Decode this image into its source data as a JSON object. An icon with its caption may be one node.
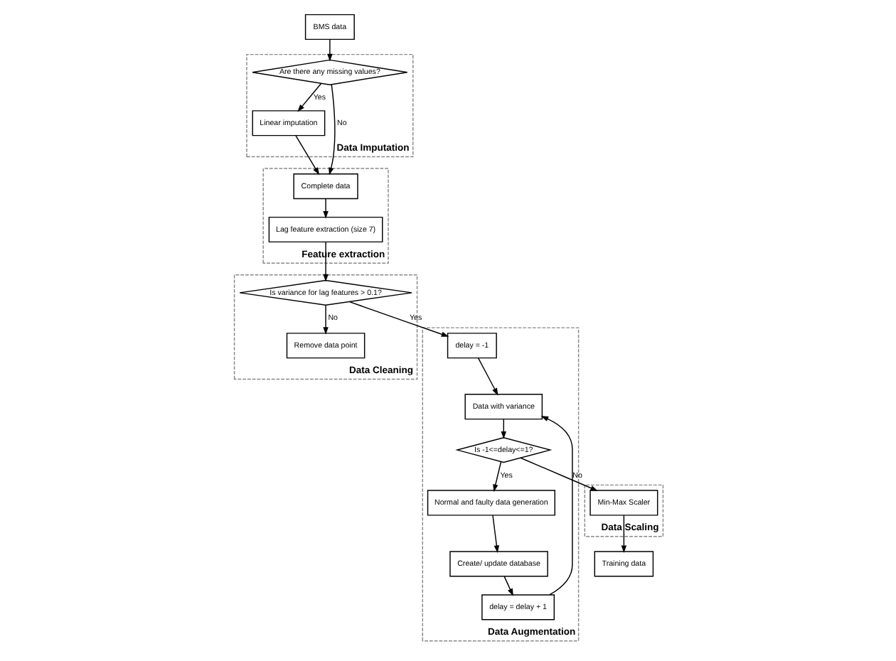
{
  "diagram": {
    "nodes": [
      {
        "text": [
          "BMS data"
        ]
      },
      {
        "text": [
          "Data Imputation"
        ]
      },
      {
        "text": [
          "Are there any missing values?"
        ],
        "in": 1
      },
      {
        "text": [
          "Linear imputation"
        ],
        "in": 1
      },
      {
        "text": [
          "Feature extraction"
        ]
      },
      {
        "text": [
          "Complete data"
        ],
        "in": 4
      },
      {
        "text": [
          "Lag feature extraction (size 7)"
        ],
        "in": 4
      },
      {
        "text": [
          "Data Cleaning"
        ]
      },
      {
        "text": [
          "Is variance for lag features > 0.1?"
        ],
        "in": 7
      },
      {
        "text": [
          "Remove data point"
        ],
        "in": 7
      },
      {
        "text": [
          "Data Augmentation"
        ]
      },
      {
        "text": [
          "delay = -1"
        ],
        "in": 10
      },
      {
        "text": [
          "Data with variance"
        ],
        "in": 10
      },
      {
        "text": [
          "Is -1<=delay<=1?"
        ],
        "in": 10
      },
      {
        "text": [
          "Normal and faulty data generation"
        ],
        "in": 10
      },
      {
        "text": [
          "Create/ update database"
        ],
        "in": 10
      },
      {
        "text": [
          "delay = delay + 1"
        ],
        "in": 10
      },
      {
        "text": [
          "Data Scaling"
        ]
      },
      {
        "text": [
          "Min-Max Scaler"
        ],
        "in": 17
      },
      {
        "text": [
          "Training data"
        ]
      }
    ],
    "edges": [
      {
        "from": 0,
        "to": 2,
        "arrow": "to"
      },
      {
        "from": 2,
        "to": 3,
        "arrow": "to",
        "label": "Yes"
      },
      {
        "from": 2,
        "to": 5,
        "arrow": "to",
        "label": "No"
      },
      {
        "from": 3,
        "to": 5,
        "arrow": "to"
      },
      {
        "from": 5,
        "to": 6,
        "arrow": "to"
      },
      {
        "from": 6,
        "to": 8,
        "arrow": "to"
      },
      {
        "from": 8,
        "to": 9,
        "arrow": "to",
        "label": "No"
      },
      {
        "from": 8,
        "to": 11,
        "arrow": "to",
        "label": "Yes"
      },
      {
        "from": 11,
        "to": 12,
        "arrow": "to"
      },
      {
        "from": 12,
        "to": 13,
        "arrow": "to"
      },
      {
        "from": 13,
        "to": 14,
        "arrow": "to",
        "label": "Yes"
      },
      {
        "from": 14,
        "to": 15,
        "arrow": "to"
      },
      {
        "from": 15,
        "to": 16,
        "arrow": "to"
      },
      {
        "from": 16,
        "to": 12,
        "arrow": "to"
      },
      {
        "from": 13,
        "to": 18,
        "arrow": "to",
        "label": "No"
      },
      {
        "from": 18,
        "to": 19,
        "arrow": "to"
      }
    ]
  }
}
